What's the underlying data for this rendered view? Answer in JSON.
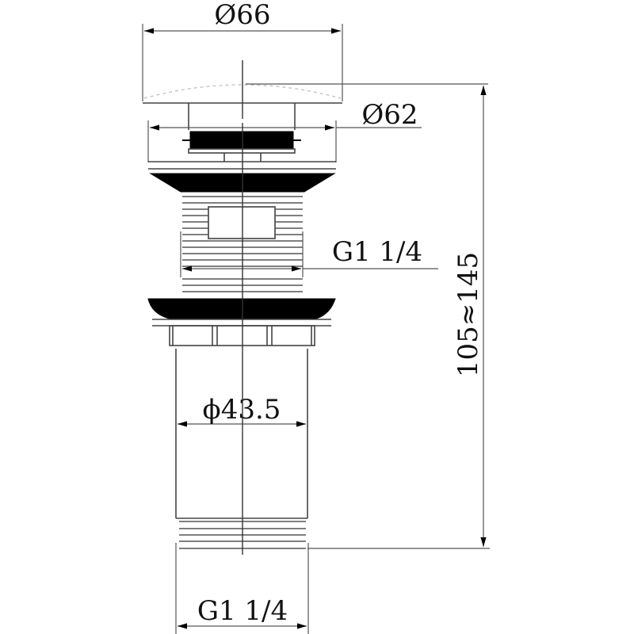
{
  "drawing": {
    "title": "Pop-up waste drain technical drawing",
    "line_color": "#444444",
    "fill_color": "#000000",
    "background": "#ffffff"
  },
  "dimensions": {
    "cap_diameter": "Ø66",
    "flange_diameter": "Ø62",
    "upper_thread": "G1 1/4",
    "body_diameter": "ϕ43.5",
    "lower_thread": "G1 1/4",
    "overall_height": "105≈145"
  }
}
